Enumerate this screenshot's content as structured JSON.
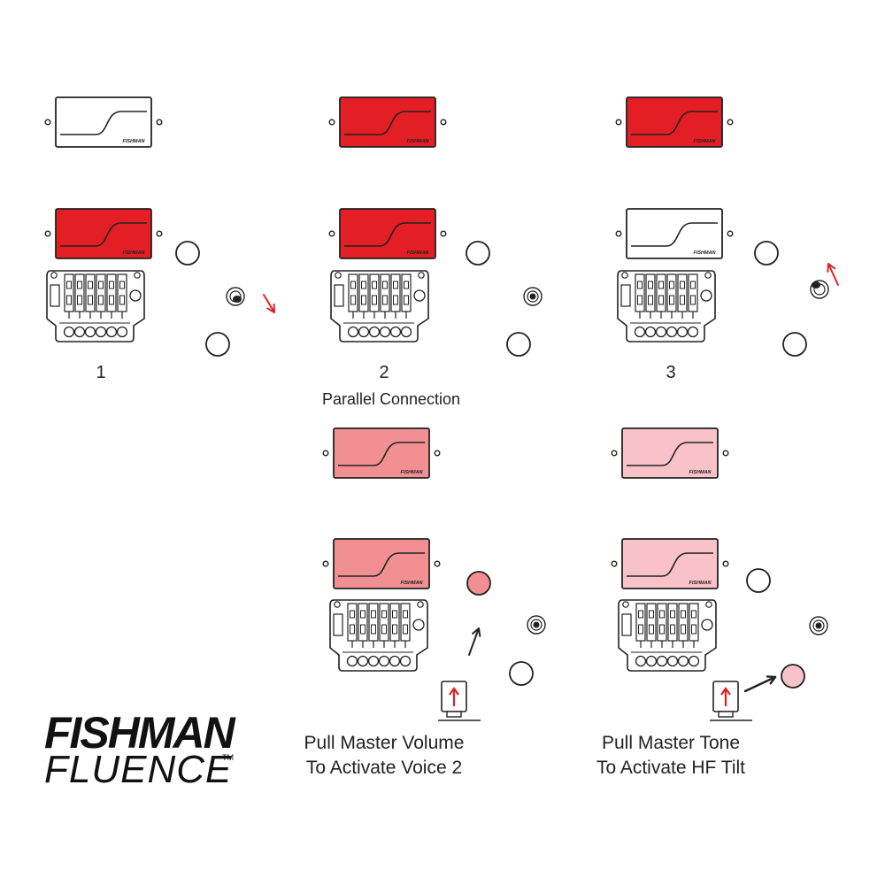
{
  "colors": {
    "red": "#e31e24",
    "pink": "#f28f93",
    "light_pink": "#f8c2c8",
    "white": "#ffffff",
    "stroke": "#222222",
    "arrow_red": "#e31e24"
  },
  "pickup_brand": "FISHMAN",
  "diagrams": [
    {
      "number": "1",
      "subtitle": "",
      "neck_color": "white",
      "bridge_color": "red",
      "switch": "down",
      "arrow": "red-down"
    },
    {
      "number": "2",
      "subtitle": "Parallel Connection",
      "neck_color": "red",
      "bridge_color": "red",
      "switch": "center",
      "arrow": ""
    },
    {
      "number": "3",
      "subtitle": "",
      "neck_color": "red",
      "bridge_color": "white",
      "switch": "up",
      "arrow": "red-up"
    }
  ],
  "voice_diagrams": [
    {
      "caption_line1": "Pull Master Volume",
      "caption_line2": "To Activate Voice 2",
      "pickup_color": "pink",
      "active_knob": "volume"
    },
    {
      "caption_line1": "Pull Master Tone",
      "caption_line2": "To Activate HF Tilt",
      "pickup_color": "light_pink",
      "active_knob": "tone"
    }
  ],
  "logo": {
    "line1": "FISHMAN",
    "line2": "FLUENCE",
    "tm": "TM"
  }
}
